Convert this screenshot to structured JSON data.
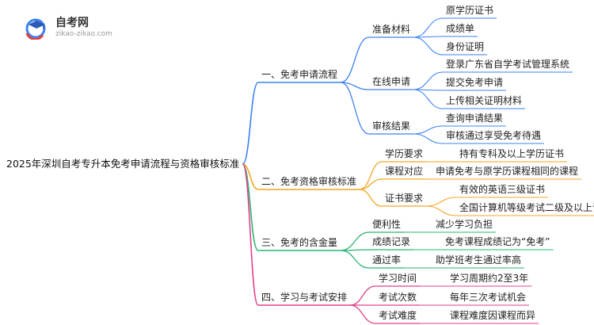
{
  "logo": {
    "title": "自考网",
    "url": "zikao-zikao.com",
    "icon": "graduation-cap-logo-icon"
  },
  "colors": {
    "blue": "#3c82f0",
    "orange": "#f5a623",
    "green": "#2bb573",
    "pink": "#e0408a"
  },
  "mindmap": {
    "root": "2025年深圳自考专升本免考申请流程与资格审核标准",
    "branches": [
      {
        "label": "一、免考申请流程",
        "color": "blue",
        "children": [
          {
            "label": "准备材料",
            "children": [
              "原学历证书",
              "成绩单",
              "身份证明"
            ]
          },
          {
            "label": "在线申请",
            "children": [
              "登录广东省自学考试管理系统",
              "提交免考申请",
              "上传相关证明材料"
            ]
          },
          {
            "label": "审核结果",
            "children": [
              "查询申请结果",
              "审核通过享受免考待遇"
            ]
          }
        ]
      },
      {
        "label": "二、免考资格审核标准",
        "color": "orange",
        "children": [
          {
            "label": "学历要求",
            "children": [
              "持有专科及以上学历证书"
            ]
          },
          {
            "label": "课程对应",
            "children": [
              "申请免考与原学历课程相同的课程"
            ]
          },
          {
            "label": "证书要求",
            "children": [
              "有效的英语三级证书",
              "全国计算机等级考试二级及以上证书"
            ]
          }
        ]
      },
      {
        "label": "三、免考的含金量",
        "color": "green",
        "children": [
          {
            "label": "便利性",
            "children": [
              "减少学习负担"
            ]
          },
          {
            "label": "成绩记录",
            "children": [
              "免考课程成绩记为“免考”"
            ]
          },
          {
            "label": "通过率",
            "children": [
              "助学班考生通过率高"
            ]
          }
        ]
      },
      {
        "label": "四、学习与考试安排",
        "color": "pink",
        "children": [
          {
            "label": "学习时间",
            "children": [
              "学习周期约2至3年"
            ]
          },
          {
            "label": "考试次数",
            "children": [
              "每年三次考试机会"
            ]
          },
          {
            "label": "考试难度",
            "children": [
              "课程难度因课程而异"
            ]
          }
        ]
      }
    ]
  }
}
